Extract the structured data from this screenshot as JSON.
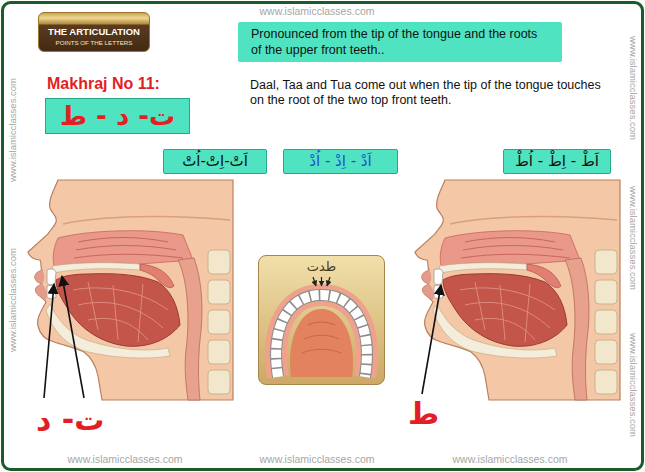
{
  "diagram": {
    "nodes": [
      {
        "text": [
          "THE ARTICULATION",
          "POINTS OF THE LETTERS"
        ]
      },
      {
        "text": [
          "Pronounced from the tip of the tongue and the roots of the upper front teeth.."
        ]
      },
      {
        "text": [
          "Makhraj No 11:",
          "ت- د - ط"
        ]
      },
      {
        "text": [
          "اَتْ-اِتْ-اُتْ"
        ]
      },
      {
        "text": [
          "اَدْ - اِدْ - اُدْ"
        ]
      },
      {
        "text": [
          "اَطْ - اِطْ - اُطْ"
        ]
      },
      {
        "text": [
          "طدت"
        ]
      }
    ],
    "labels": [
      "www.islamicclasses.com",
      "www.islamicclasses.com",
      "www.islamicclasses.com",
      "www.islamicclasses.com",
      "www.islamicclasses.com",
      "www.islamicclasses.com",
      "Daal, Taa and Tua come out when the tip of the tongue touches on the root of the two top front teeth.",
      "ت- د",
      "ط",
      "www.islamicclasses.com",
      "www.islamicclasses.com",
      "www.islamicclasses.com"
    ]
  }
}
